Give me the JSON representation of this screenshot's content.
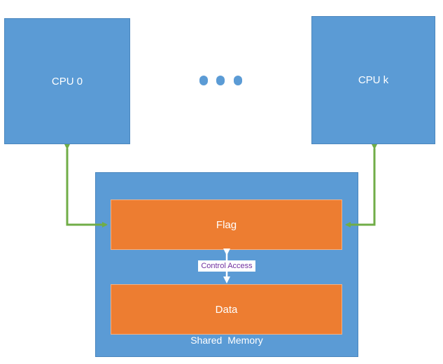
{
  "cpus": {
    "first": "CPU 0",
    "last": "CPU k"
  },
  "shared_memory": {
    "label": "Shared Memory",
    "flag": "Flag",
    "data": "Data",
    "control_label": "Control Access"
  },
  "colors": {
    "cpu_fill": "#5b9bd5",
    "memory_fill": "#5b9bd5",
    "region_fill": "#ed7d31",
    "connector": "#70ad47",
    "control_text": "#7030a0"
  }
}
